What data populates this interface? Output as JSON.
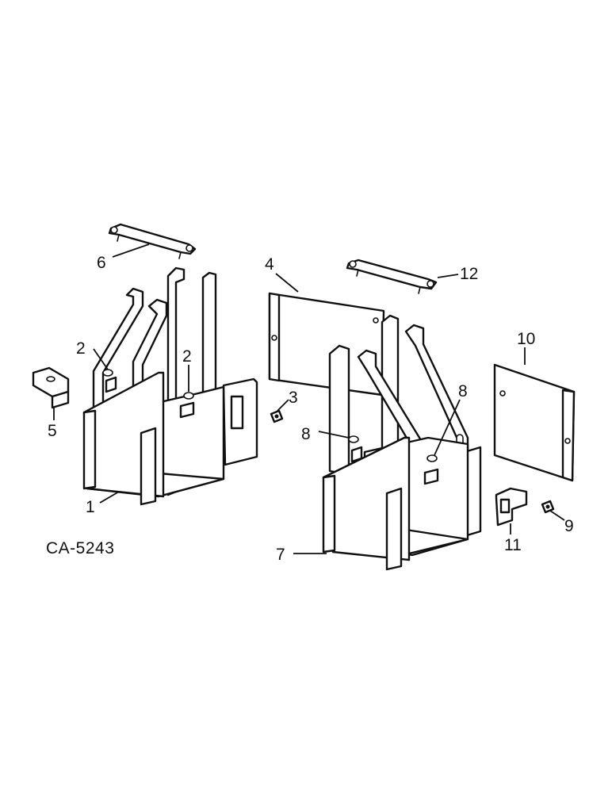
{
  "figure_code": "CA-5243",
  "callouts": [
    {
      "id": "1",
      "text": "1"
    },
    {
      "id": "2a",
      "text": "2"
    },
    {
      "id": "2b",
      "text": "2"
    },
    {
      "id": "3",
      "text": "3"
    },
    {
      "id": "4",
      "text": "4"
    },
    {
      "id": "5",
      "text": "5"
    },
    {
      "id": "6",
      "text": "6"
    },
    {
      "id": "7",
      "text": "7"
    },
    {
      "id": "8a",
      "text": "8"
    },
    {
      "id": "8b",
      "text": "8"
    },
    {
      "id": "9",
      "text": "9"
    },
    {
      "id": "10",
      "text": "10"
    },
    {
      "id": "11",
      "text": "11"
    },
    {
      "id": "12",
      "text": "12"
    }
  ]
}
